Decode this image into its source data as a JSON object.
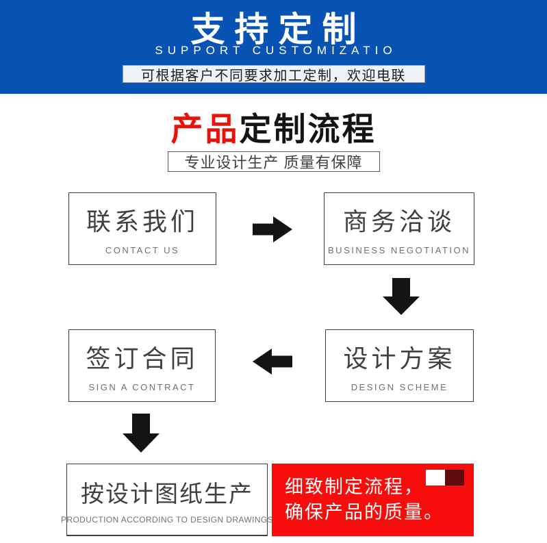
{
  "banner": {
    "title": "支持定制",
    "subtitle": "SUPPORT CUSTOMIZATIO",
    "tagline": "可根据客户不同要求加工定制，欢迎电联",
    "bg_color": "#0853b3"
  },
  "section": {
    "title_accent": "产品",
    "title_rest": "定制流程",
    "subtitle": "专业设计生产 质量有保障",
    "accent_color": "#e8120a"
  },
  "flow": {
    "steps": [
      {
        "zh": "联系我们",
        "en": "CONTACT US"
      },
      {
        "zh": "商务洽谈",
        "en": "BUSINESS NEGOTIATION"
      },
      {
        "zh": "设计方案",
        "en": "DESIGN SCHEME"
      },
      {
        "zh": "签订合同",
        "en": "SIGN A CONTRACT"
      },
      {
        "zh": "按设计图纸生产",
        "en": "PRODUCTION ACCORDING TO DESIGN DRAWINGS"
      }
    ],
    "note": {
      "line1": "细致制定流程，",
      "line2": "确保产品的质量。",
      "bg_color": "#f80d0d",
      "decor_colors": [
        "#ffffff",
        "#5e0c10"
      ]
    },
    "arrow_color": "#141414"
  }
}
